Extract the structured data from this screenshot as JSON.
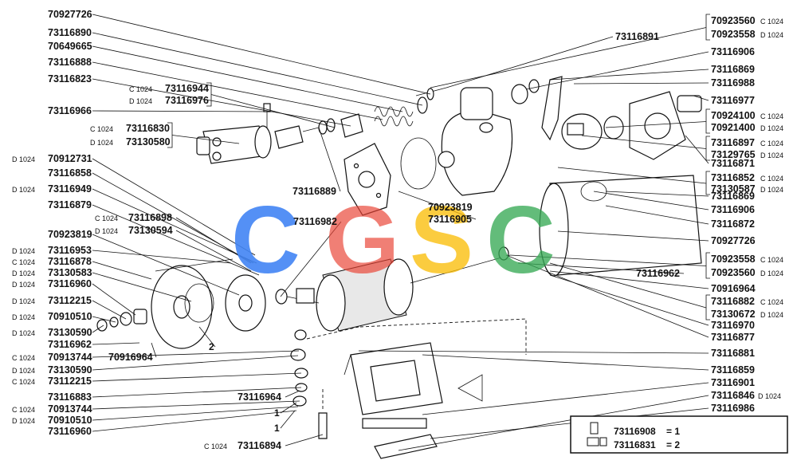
{
  "diagram": {
    "watermark": "CGSC",
    "watermark_colors": [
      "#4285F4",
      "#EA4335",
      "#FBBC05",
      "#34A853"
    ],
    "left_labels": [
      {
        "pn": "70927726"
      },
      {
        "pn": "73116890"
      },
      {
        "pn": "70649665"
      },
      {
        "pn": "73116888"
      },
      {
        "pn": "73116823"
      },
      {
        "pn": "73116966"
      },
      {
        "pn": "70912731",
        "v": "D 1024"
      },
      {
        "pn": "73116858"
      },
      {
        "pn": "73116949",
        "v": "D 1024"
      },
      {
        "pn": "73116879"
      },
      {
        "pn": "70923819"
      },
      {
        "pn": "73116953",
        "v": "D 1024"
      },
      {
        "pn": "73116878",
        "v": "C 1024"
      },
      {
        "pn": "73130583",
        "v": "D 1024"
      },
      {
        "pn": "73116960",
        "v": "D 1024"
      },
      {
        "pn": "73112215",
        "v": "D 1024"
      },
      {
        "pn": "70910510",
        "v": "D 1024"
      },
      {
        "pn": "73130590",
        "v": "D 1024"
      },
      {
        "pn": "73116962"
      },
      {
        "pn": "70913744",
        "v": "C 1024"
      },
      {
        "pn": "73130590",
        "v": "D 1024"
      },
      {
        "pn": "73112215",
        "v": "C 1024"
      },
      {
        "pn": "73116883"
      },
      {
        "pn": "70913744",
        "v": "C 1024"
      },
      {
        "pn": "70910510",
        "v": "D 1024"
      },
      {
        "pn": "73116960"
      }
    ],
    "left_groups": [
      {
        "items": [
          {
            "pn": "73116944",
            "v": "C 1024"
          },
          {
            "pn": "73116976",
            "v": "D 1024"
          }
        ]
      },
      {
        "items": [
          {
            "pn": "73116830",
            "v": "C 1024"
          },
          {
            "pn": "73130580",
            "v": "D 1024"
          }
        ]
      }
    ],
    "right_labels": [
      {
        "pn": "73116891"
      },
      {
        "pn": "73116906"
      },
      {
        "pn": "73116869"
      },
      {
        "pn": "73116988"
      },
      {
        "pn": "73116977"
      },
      {
        "pn": "73116871"
      },
      {
        "pn": "73116869"
      },
      {
        "pn": "73116906"
      },
      {
        "pn": "73116872"
      },
      {
        "pn": "70927726"
      },
      {
        "pn": "70916964"
      },
      {
        "pn": "73116970"
      },
      {
        "pn": "73116877"
      },
      {
        "pn": "73116881"
      },
      {
        "pn": "73116859"
      },
      {
        "pn": "73116901"
      },
      {
        "pn": "73116846",
        "v": "D 1024"
      },
      {
        "pn": "73116986"
      }
    ],
    "right_groups": [
      {
        "items": [
          {
            "pn": "70923560",
            "v": "C 1024"
          },
          {
            "pn": "70923558",
            "v": "D 1024"
          }
        ]
      },
      {
        "items": [
          {
            "pn": "70924100",
            "v": "C 1024"
          },
          {
            "pn": "70921400",
            "v": "D 1024"
          }
        ]
      },
      {
        "items": [
          {
            "pn": "73116897",
            "v": "C 1024"
          },
          {
            "pn": "73129765",
            "v": "D 1024"
          }
        ]
      },
      {
        "items": [
          {
            "pn": "73116852",
            "v": "C 1024"
          },
          {
            "pn": "73130587",
            "v": "D 1024"
          }
        ]
      },
      {
        "items": [
          {
            "pn": "70923558",
            "v": "C 1024"
          },
          {
            "pn": "70923560",
            "v": "D 1024"
          }
        ]
      },
      {
        "items": [
          {
            "pn": "73116882",
            "v": "C 1024"
          },
          {
            "pn": "73130672",
            "v": "D 1024"
          }
        ]
      }
    ],
    "floating_labels": [
      {
        "text": "73116889"
      },
      {
        "text": "73116982"
      },
      {
        "text": "70923819"
      },
      {
        "text": "73116905"
      },
      {
        "text": "73116962"
      },
      {
        "text": "70916964"
      },
      {
        "text": "73116964"
      },
      {
        "text": "73116894",
        "v": "C 1024"
      },
      {
        "text": "73116898",
        "v": "C 1024"
      },
      {
        "text": "73130594",
        "v": "D 1024"
      },
      {
        "text": "2"
      },
      {
        "text": "1"
      },
      {
        "text": "1"
      }
    ],
    "legend": {
      "row1_pn": "73116908",
      "row1_qty": "= 1",
      "row2_pn": "73116831",
      "row2_qty": "= 2"
    }
  }
}
